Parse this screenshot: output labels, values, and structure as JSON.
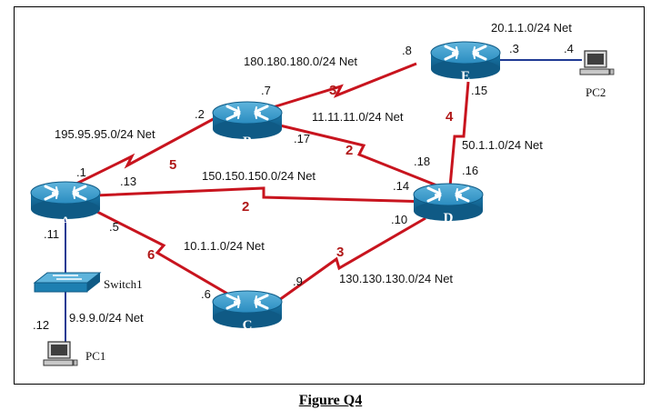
{
  "caption": "Figure Q4",
  "colors": {
    "link": "#c8141e",
    "router": "#1d7fb1",
    "host_link": "#1f3a93",
    "cost": "#b01818"
  },
  "routers": [
    {
      "id": "A",
      "label": "A"
    },
    {
      "id": "B",
      "label": "B"
    },
    {
      "id": "C",
      "label": "C"
    },
    {
      "id": "D",
      "label": "D"
    },
    {
      "id": "E",
      "label": "E"
    }
  ],
  "switch": {
    "label": "Switch1"
  },
  "hosts": [
    {
      "id": "PC1",
      "label": "PC1"
    },
    {
      "id": "PC2",
      "label": "PC2"
    }
  ],
  "networks": {
    "ab": "195.95.95.0/24 Net",
    "ad": "150.150.150.0/24 Net",
    "ac": "10.1.1.0/24 Net",
    "be": "180.180.180.0/24 Net",
    "bd": "11.11.11.0/24 Net",
    "cd": "130.130.130.0/24 Net",
    "de": "50.1.1.0/24 Net",
    "e_pc2": "20.1.1.0/24 Net",
    "a_pc1": "9.9.9.0/24 Net"
  },
  "costs": {
    "ab": "5",
    "ad": "2",
    "ac": "6",
    "be": "3",
    "bd": "2",
    "cd": "3",
    "de": "4"
  },
  "interfaces": {
    "a_b": ".1",
    "a_d": ".13",
    "a_c": ".5",
    "a_sw": ".11",
    "b_a": ".2",
    "b_e": ".7",
    "b_d": ".17",
    "c_a": ".6",
    "c_d": ".9",
    "d_a": ".14",
    "d_b": ".18",
    "d_c": ".10",
    "d_e": ".16",
    "e_b": ".8",
    "e_d": ".15",
    "e_pc2": ".3",
    "pc2": ".4",
    "pc1": ".12"
  }
}
